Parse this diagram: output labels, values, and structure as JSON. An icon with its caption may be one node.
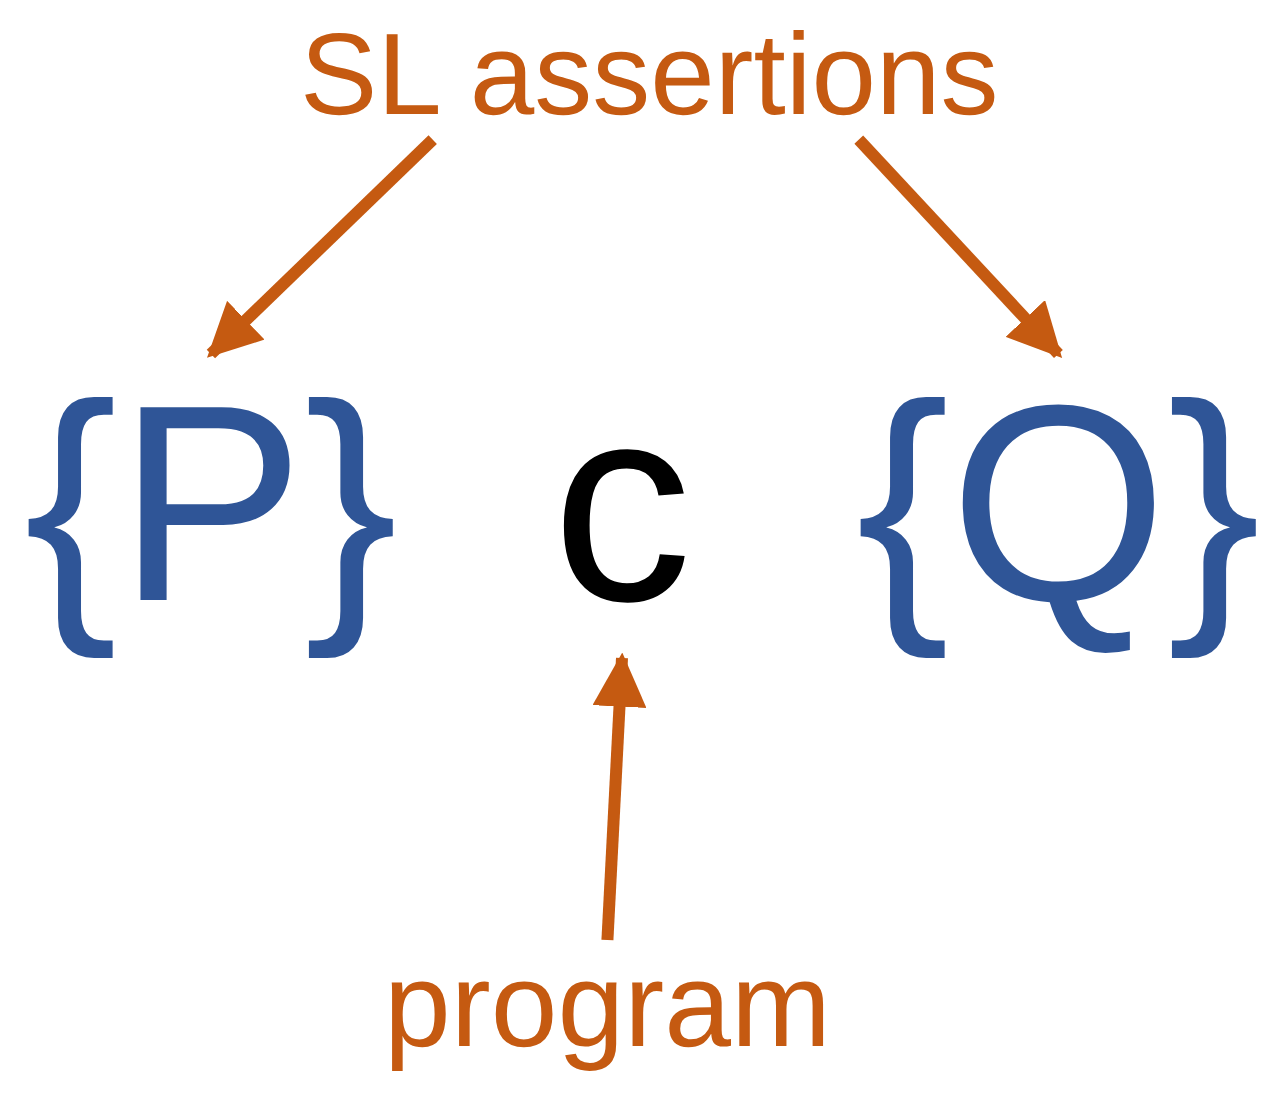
{
  "diagram": {
    "nodes": [
      {
        "text": [
          "SL assertions"
        ]
      },
      {
        "text": [
          "{P}"
        ]
      },
      {
        "text": [
          "c"
        ]
      },
      {
        "text": [
          "{Q}"
        ]
      },
      {
        "text": [
          "program"
        ]
      }
    ],
    "edges": [
      {
        "from": 0,
        "to": 1,
        "arrow": "to"
      },
      {
        "from": 0,
        "to": 3,
        "arrow": "to"
      },
      {
        "from": 4,
        "to": 2,
        "arrow": "to"
      }
    ]
  }
}
